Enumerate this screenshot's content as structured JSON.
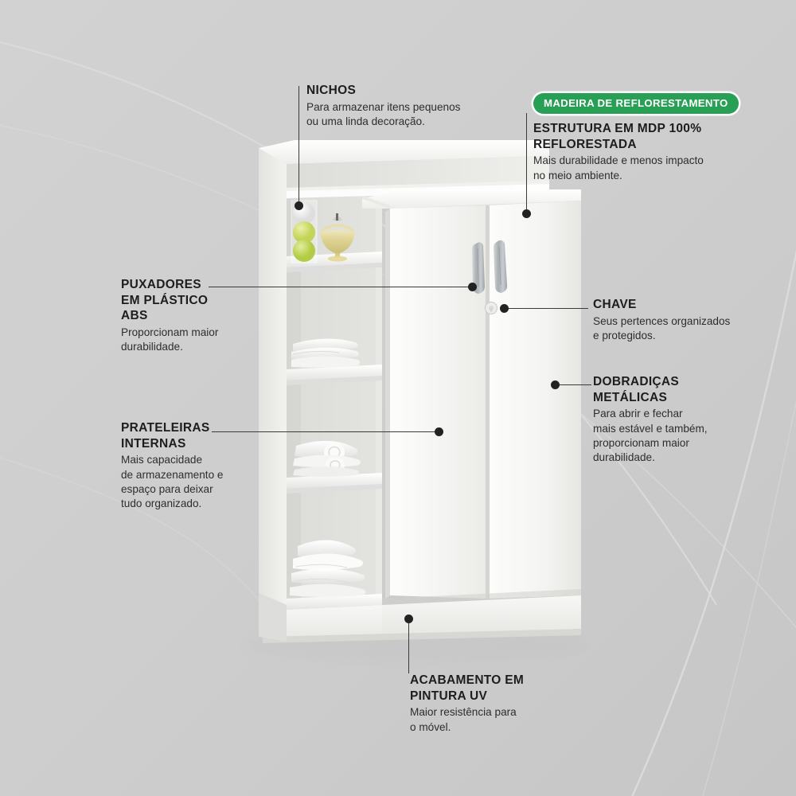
{
  "page": {
    "background_color": "#cdcdcd",
    "title": "Roupeiro / Armario - infografico de caracteristicas",
    "language": "pt-BR"
  },
  "colors": {
    "background": "#cdcdcd",
    "badge_green": "#27a055",
    "badge_text": "#ffffff",
    "heading_text": "#1d1d1d",
    "body_text": "#2d2d2d",
    "leader_line": "#3a3a3a",
    "dot": "#222222",
    "product_white": "#f7f7f5",
    "handle_silver": "#b9bdc0"
  },
  "callouts": [
    {
      "id": "nichos",
      "title": "NICHOS",
      "body": "Para armazenar itens pequenos\nou uma linda decoração.",
      "badge": null
    },
    {
      "id": "estrutura",
      "title": "ESTRUTURA EM MDP 100%\nREFLORESTADA",
      "body": "Mais durabilidade e menos impacto\nno meio ambiente.",
      "badge": "MADEIRA DE REFLORESTAMENTO"
    },
    {
      "id": "puxadores",
      "title": "PUXADORES\nEM PLÁSTICO\nABS",
      "body": "Proporcionam maior\ndurabilidade.",
      "badge": null
    },
    {
      "id": "chave",
      "title": "CHAVE",
      "body": "Seus pertences organizados\ne protegidos.",
      "badge": null
    },
    {
      "id": "dobradicas",
      "title": "DOBRADIÇAS\nMETÁLICAS",
      "body": "Para abrir e fechar\nmais estável e também,\nproporcionam maior\ndurabilidade.",
      "badge": null
    },
    {
      "id": "prateleiras",
      "title": "PRATELEIRAS\nINTERNAS",
      "body": "Mais capacidade\nde armazenamento e\nespaço para deixar\ntudo organizado.",
      "badge": null
    },
    {
      "id": "acabamento",
      "title": "ACABAMENTO  EM\nPINTURA UV",
      "body": "Maior resistência para\no móvel.",
      "badge": null
    }
  ],
  "product": {
    "name": "roupeiro-branco",
    "doors": 2,
    "niche_shelves": 4,
    "decor": {
      "ball_top": "branca",
      "ball_middle": "verde-claro",
      "ball_bottom": "verde",
      "bowl": "taça de vidro âmbar"
    },
    "contents": "toalhas brancas dobradas",
    "lock_icon": "keyhole-icon",
    "handle_icon": "door-handle-icon"
  }
}
